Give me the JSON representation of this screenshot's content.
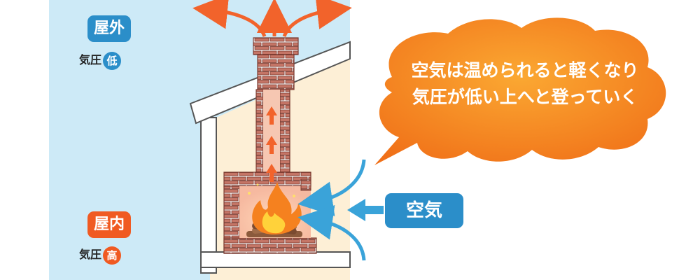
{
  "outside": {
    "title": "屋外",
    "pressure_label": "気圧",
    "pressure_value": "低"
  },
  "inside": {
    "title": "屋内",
    "pressure_label": "気圧",
    "pressure_value": "高"
  },
  "callout": {
    "line1": "空気は温められると軽くなり",
    "line2": "気圧が低い上へと登っていく"
  },
  "air_label": "空気",
  "colors": {
    "outside_bg": "#cdeaf7",
    "inside_bg": "#fdefd6",
    "pill_blue": "#2b8ec9",
    "pill_orange": "#f05a22",
    "brick": "#c57566",
    "arrow_orange": "#f2632b",
    "arrow_blue": "#3aa3d9"
  }
}
